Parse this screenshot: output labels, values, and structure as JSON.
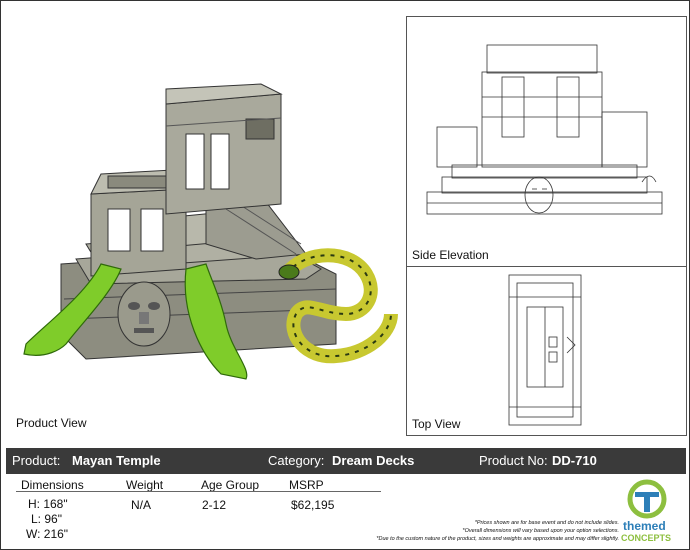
{
  "views": {
    "product": "Product View",
    "side": "Side Elevation",
    "top": "Top View"
  },
  "bar": {
    "product_label": "Product:",
    "product_name": "Mayan Temple",
    "category_label": "Category:",
    "category_name": "Dream Decks",
    "number_label": "Product No:",
    "number": "DD-710"
  },
  "specs": {
    "headers": {
      "dimensions": "Dimensions",
      "weight": "Weight",
      "age_group": "Age Group",
      "msrp": "MSRP"
    },
    "height": "H:  168\"",
    "length": "L:  96\"",
    "width": "W:  216\"",
    "weight": "N/A",
    "age_group": "2-12",
    "msrp": "$62,195"
  },
  "notes": [
    "*Prices shown are for base event and do not include slides.",
    "*Overall dimensions will vary based upon your option selections.",
    "*Due to the custom nature of the product, sizes and weights are approximate and may differ slightly."
  ],
  "logo": {
    "word1": "themed",
    "word2": "CONCEPTS",
    "letter": "T"
  },
  "colors": {
    "bar": "#3a3a3a",
    "slide_green": "#7fcc2a",
    "stone": "#9a9a8c",
    "logo_green": "#8dbf3f",
    "logo_blue": "#2d7fb8"
  }
}
